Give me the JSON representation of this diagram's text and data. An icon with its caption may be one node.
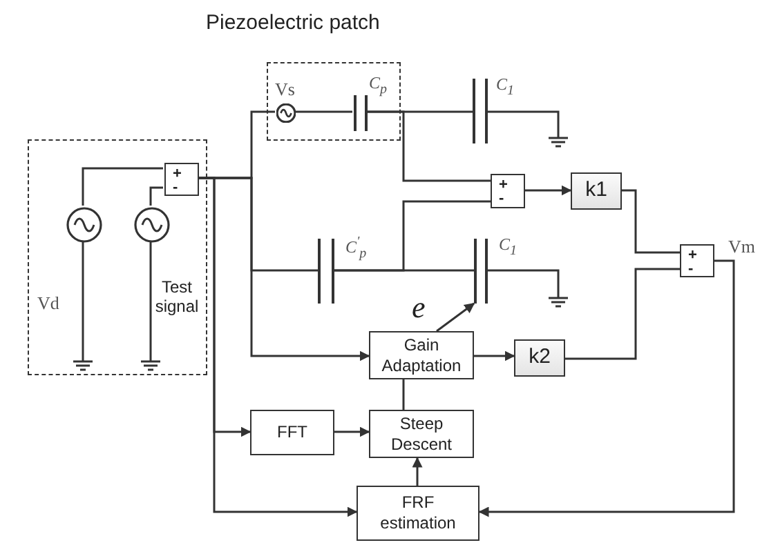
{
  "diagram": {
    "nodes": [
      {
        "text": [],
        "shape": "box"
      },
      {
        "text": [
          "+",
          "-"
        ],
        "in": 0
      },
      {
        "text": [],
        "shape": "circle",
        "beside": [
          "Vd"
        ],
        "in": 0
      },
      {
        "text": [],
        "shape": "circle",
        "beside": [
          "Test signal"
        ],
        "in": 0
      },
      {
        "text": [
          "Piezoelectric patch"
        ]
      },
      {
        "text": [],
        "shape": "circle",
        "beside": [
          "Vs"
        ],
        "in": 4
      },
      {
        "text": [],
        "shape": "capacitor",
        "beside": [
          "C$_{p}$"
        ],
        "in": 4
      },
      {
        "text": [],
        "shape": "capacitor",
        "beside": [
          "C$_{1}$"
        ]
      },
      {
        "text": [],
        "shape": "capacitor",
        "beside": [
          "C$^{'}$$_{p}$"
        ]
      },
      {
        "text": [],
        "shape": "capacitor",
        "beside": [
          "C$_{1}$"
        ]
      },
      {
        "text": [
          "+",
          "-"
        ]
      },
      {
        "text": [
          "k1"
        ]
      },
      {
        "text": [
          "+",
          "-"
        ],
        "beside": [
          "Vm"
        ]
      },
      {
        "text": [
          "Gain Adaptation"
        ]
      },
      {
        "text": [
          "k2"
        ]
      },
      {
        "text": [
          "FFT"
        ]
      },
      {
        "text": [
          "Steep Descent"
        ]
      },
      {
        "text": [
          "FRF estimation"
        ]
      }
    ],
    "edges": [
      {
        "from": 2,
        "to": 1,
        "arrow": "none"
      },
      {
        "from": 3,
        "to": 1,
        "arrow": "none"
      },
      {
        "from": 1,
        "to": 5,
        "arrow": "none"
      },
      {
        "from": 5,
        "to": 6,
        "arrow": "none"
      },
      {
        "from": 6,
        "to": 7,
        "arrow": "none"
      },
      {
        "from": 6,
        "to": 10,
        "arrow": "none"
      },
      {
        "from": 1,
        "to": 8,
        "arrow": "none"
      },
      {
        "from": 8,
        "to": 9,
        "arrow": "none"
      },
      {
        "from": 8,
        "to": 10,
        "arrow": "none"
      },
      {
        "from": 10,
        "to": 11,
        "arrow": "to"
      },
      {
        "from": 11,
        "to": 12,
        "arrow": "none"
      },
      {
        "from": 14,
        "to": 12,
        "arrow": "none"
      },
      {
        "from": 12,
        "to": 17,
        "arrow": "to"
      },
      {
        "from": 1,
        "to": 13,
        "arrow": "to"
      },
      {
        "from": 13,
        "to": 14,
        "arrow": "to"
      },
      {
        "from": 16,
        "to": 13,
        "arrow": "none"
      },
      {
        "from": 15,
        "to": 16,
        "arrow": "to"
      },
      {
        "from": 17,
        "to": 16,
        "arrow": "to"
      },
      {
        "from": 1,
        "to": 15,
        "arrow": "to"
      },
      {
        "from": 1,
        "to": 17,
        "arrow": "to"
      },
      {
        "from": 13,
        "to": 9,
        "arrow": "to",
        "label": "e"
      }
    ]
  }
}
